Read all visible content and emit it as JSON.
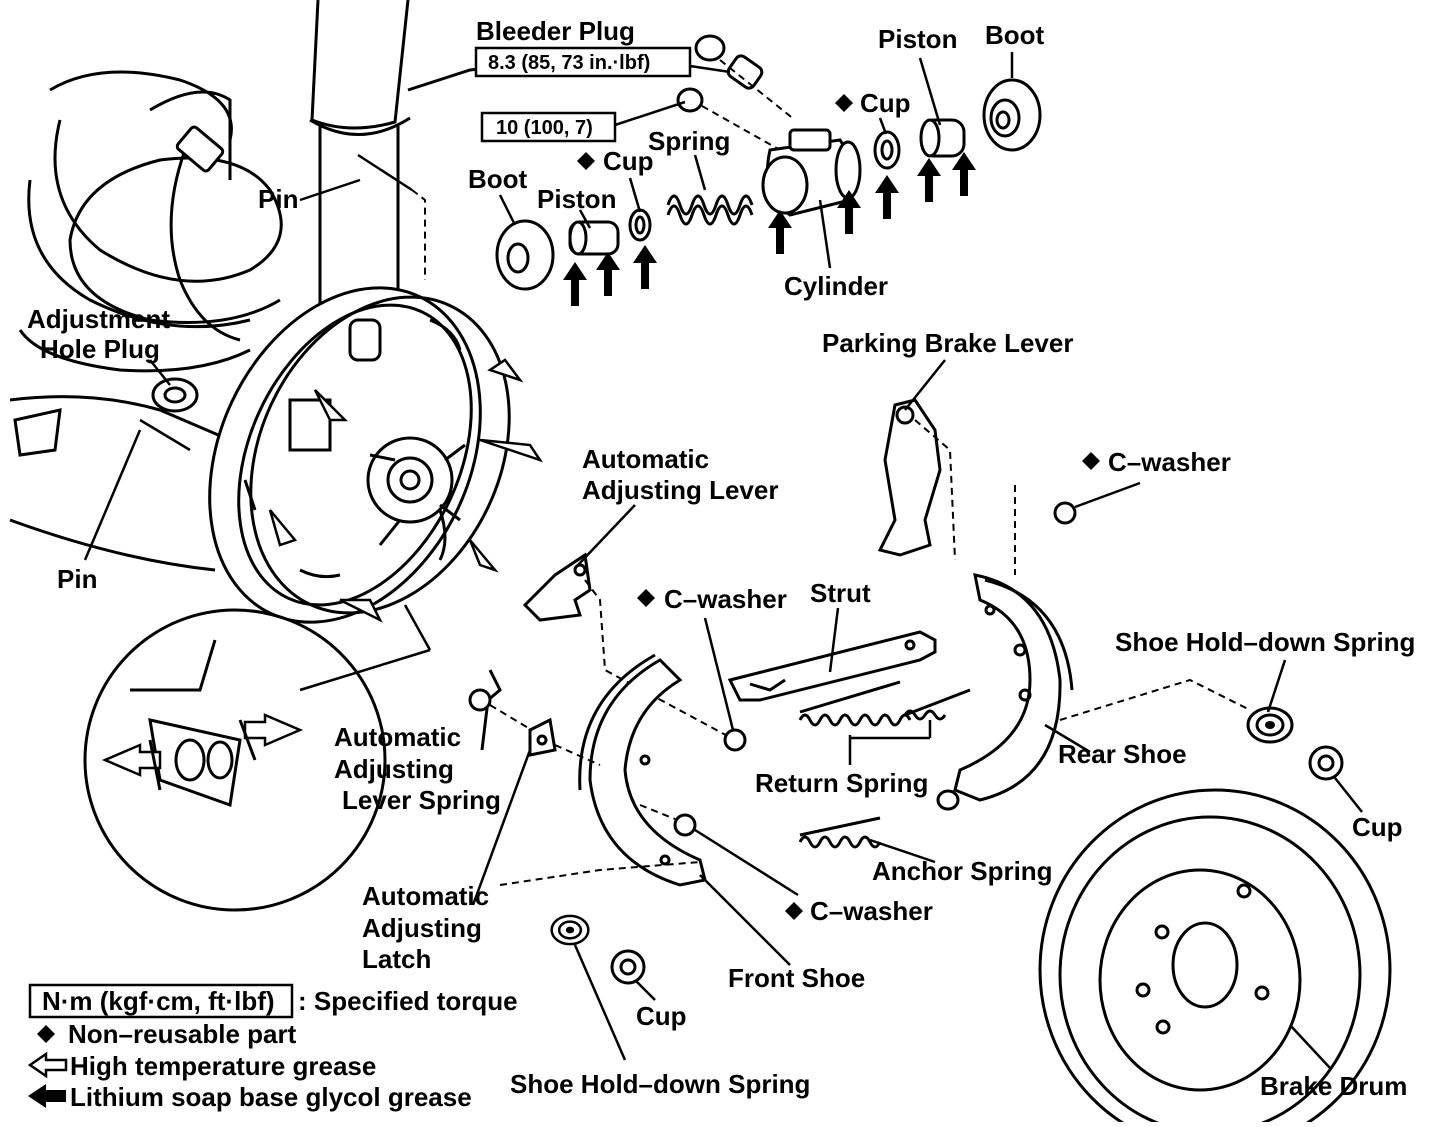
{
  "labels": {
    "bleeder_plug": "Bleeder Plug",
    "bleeder_torque": "8.3 (85, 73 in.·lbf)",
    "cyl_torque": "10 (100, 7)",
    "piston_top": "Piston",
    "boot_top": "Boot",
    "cup_top": "Cup",
    "spring": "Spring",
    "cup_mid": "Cup",
    "boot_left": "Boot",
    "piston_left": "Piston",
    "cylinder": "Cylinder",
    "pin_top": "Pin",
    "adjustment_hole_plug_1": "Adjustment",
    "adjustment_hole_plug_2": "Hole Plug",
    "pin_bottom": "Pin",
    "parking_brake_lever": "Parking Brake Lever",
    "auto_adj_lever_1": "Automatic",
    "auto_adj_lever_2": "Adjusting Lever",
    "c_washer_right": "C–washer",
    "c_washer_mid": "C–washer",
    "strut": "Strut",
    "shoe_holddown_right": "Shoe Hold–down Spring",
    "auto_adj_spring_1": "Automatic",
    "auto_adj_spring_2": "Adjusting",
    "auto_adj_spring_3": "Lever Spring",
    "return_spring": "Return Spring",
    "rear_shoe": "Rear Shoe",
    "cup_right": "Cup",
    "anchor_spring": "Anchor Spring",
    "auto_adj_latch_1": "Automatic",
    "auto_adj_latch_2": "Adjusting",
    "auto_adj_latch_3": "Latch",
    "c_washer_bottom": "C–washer",
    "front_shoe": "Front Shoe",
    "cup_bottom": "Cup",
    "shoe_holddown_bottom": "Shoe Hold–down Spring",
    "brake_drum": "Brake Drum"
  },
  "legend": {
    "torque_box": "N·m (kgf·cm, ft·lbf)",
    "torque_desc": ": Specified torque",
    "nonreusable": "Non–reusable part",
    "high_temp": "High temperature grease",
    "lithium": "Lithium soap base glycol grease"
  },
  "icons": [
    "diamond-icon",
    "hollow-arrow-icon",
    "solid-arrow-icon"
  ]
}
